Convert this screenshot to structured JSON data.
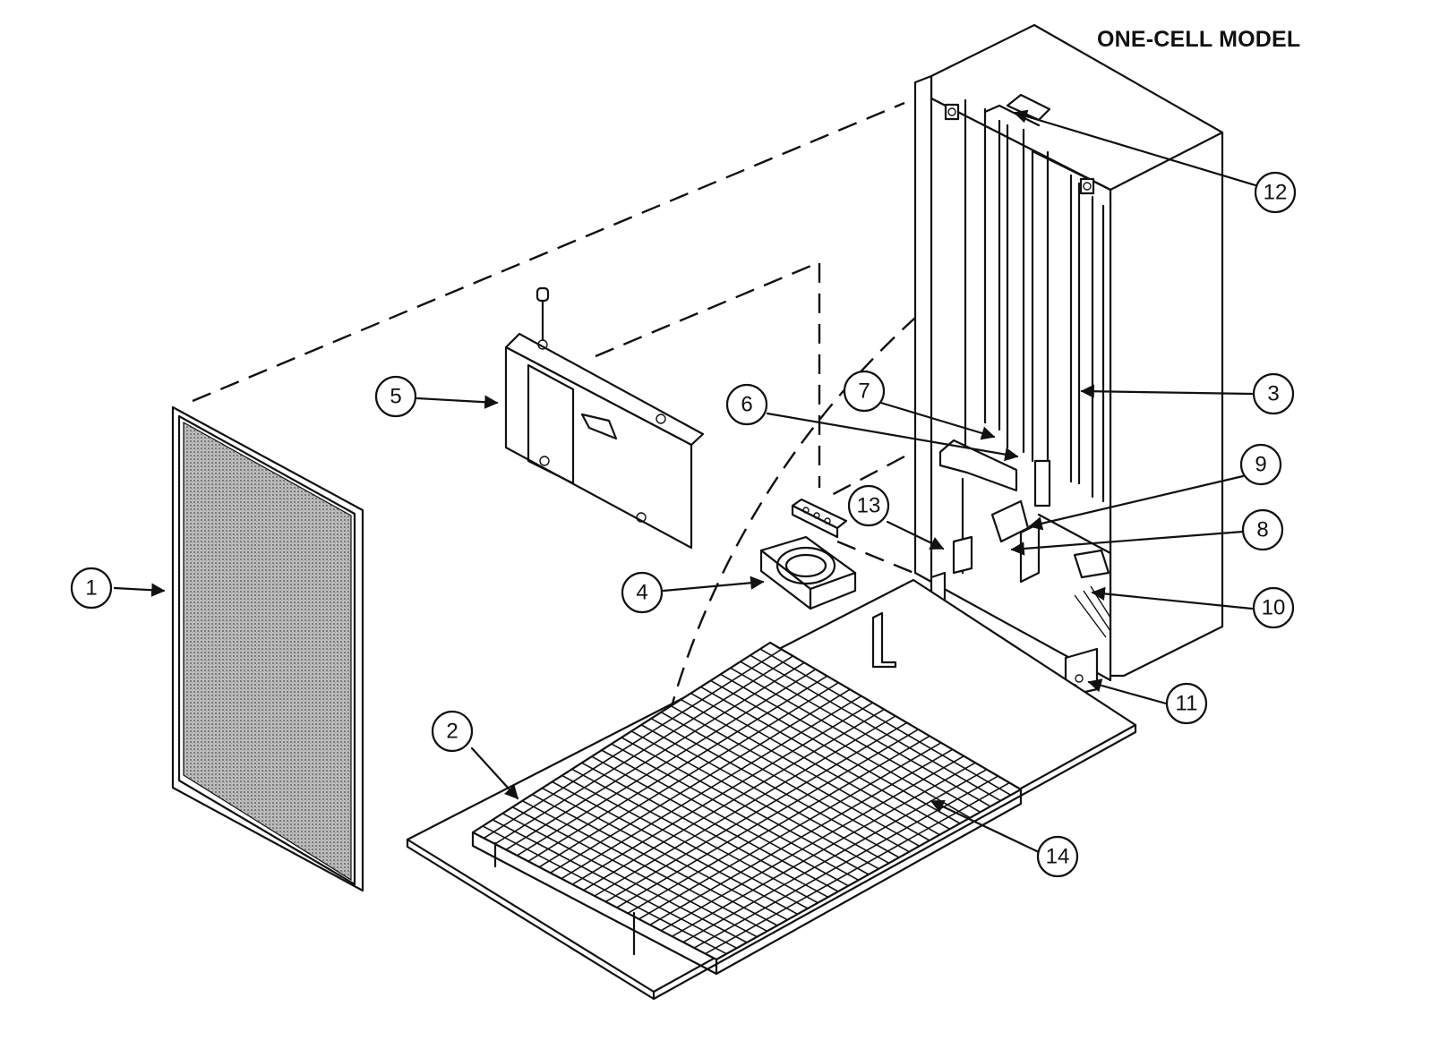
{
  "title": "ONE-CELL MODEL",
  "callouts": [
    {
      "id": "1",
      "label": "1"
    },
    {
      "id": "2",
      "label": "2"
    },
    {
      "id": "3",
      "label": "3"
    },
    {
      "id": "4",
      "label": "4"
    },
    {
      "id": "5",
      "label": "5"
    },
    {
      "id": "6",
      "label": "6"
    },
    {
      "id": "7",
      "label": "7"
    },
    {
      "id": "8",
      "label": "8"
    },
    {
      "id": "9",
      "label": "9"
    },
    {
      "id": "10",
      "label": "10"
    },
    {
      "id": "11",
      "label": "11"
    },
    {
      "id": "12",
      "label": "12"
    },
    {
      "id": "13",
      "label": "13"
    },
    {
      "id": "14",
      "label": "14"
    }
  ]
}
